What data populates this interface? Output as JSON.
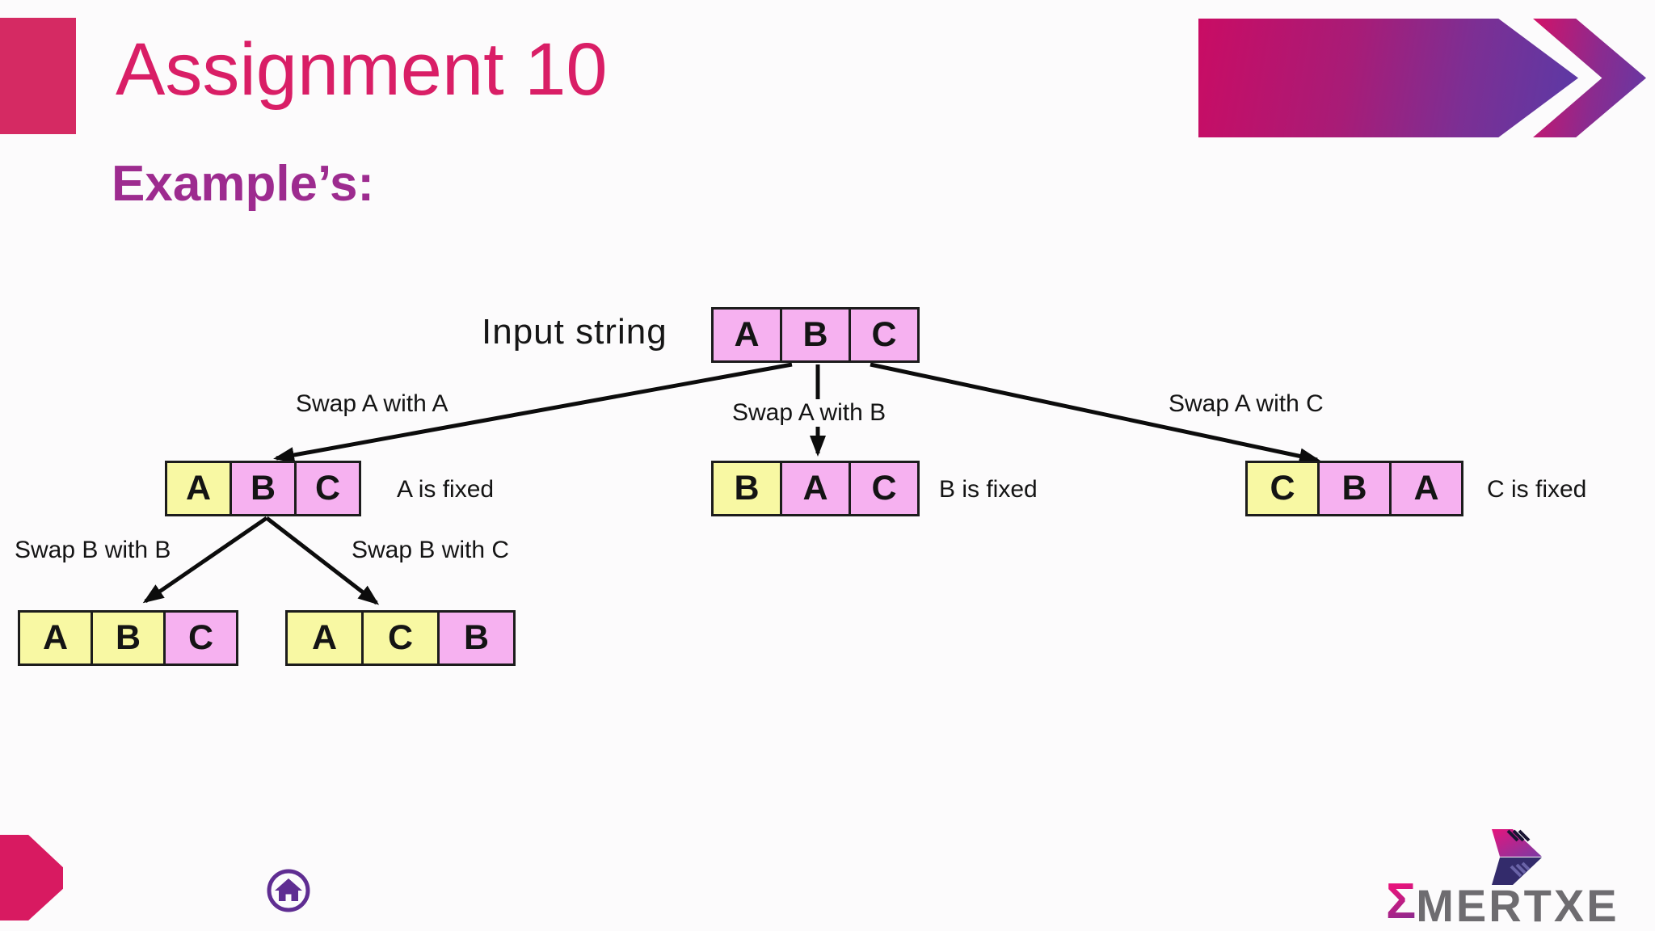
{
  "slide": {
    "title": "Assignment 10",
    "subtitle": "Example’s:"
  },
  "diagram": {
    "input_label": "Input string",
    "nodes": [
      {
        "id": "input-string",
        "cells": [
          {
            "letter": "A",
            "cls": "cell pink"
          },
          {
            "letter": "B",
            "cls": "cell pink"
          },
          {
            "letter": "C",
            "cls": "cell pink"
          }
        ]
      },
      {
        "id": "a-fixed",
        "note": "A is fixed",
        "cells": [
          {
            "letter": "A",
            "cls": "cell yellow"
          },
          {
            "letter": "B",
            "cls": "cell pink"
          },
          {
            "letter": "C",
            "cls": "cell pink"
          }
        ]
      },
      {
        "id": "b-fixed",
        "note": "B is fixed",
        "cells": [
          {
            "letter": "B",
            "cls": "cell yellow"
          },
          {
            "letter": "A",
            "cls": "cell pink"
          },
          {
            "letter": "C",
            "cls": "cell pink"
          }
        ]
      },
      {
        "id": "c-fixed",
        "note": "C is fixed",
        "cells": [
          {
            "letter": "C",
            "cls": "cell yellow"
          },
          {
            "letter": "B",
            "cls": "cell pink"
          },
          {
            "letter": "A",
            "cls": "cell pink"
          }
        ]
      },
      {
        "id": "abc-leaf",
        "cells": [
          {
            "letter": "A",
            "cls": "cell yellow"
          },
          {
            "letter": "B",
            "cls": "cell yellow"
          },
          {
            "letter": "C",
            "cls": "cell pink"
          }
        ]
      },
      {
        "id": "acb-leaf",
        "cells": [
          {
            "letter": "A",
            "cls": "cell yellow"
          },
          {
            "letter": "C",
            "cls": "cell yellow"
          },
          {
            "letter": "B",
            "cls": "cell pink"
          }
        ]
      }
    ],
    "edges": {
      "aa": "Swap A with A",
      "ab": "Swap A with B",
      "ac": "Swap A with C",
      "bb": "Swap B with B",
      "bc": "Swap B with C"
    }
  },
  "footer": {
    "logo_sigma": "Σ",
    "logo_text": "MERTXE"
  },
  "colors": {
    "title_pink": "#d91e66",
    "subtitle_purple": "#9d2b8f",
    "cell_pink": "#f6b1f0",
    "cell_yellow": "#f8f8a3",
    "banner_pink": "#c90c64",
    "banner_purple": "#5a3aa6",
    "home_purple": "#5f2d92",
    "logo_gray": "#6e6c70"
  }
}
